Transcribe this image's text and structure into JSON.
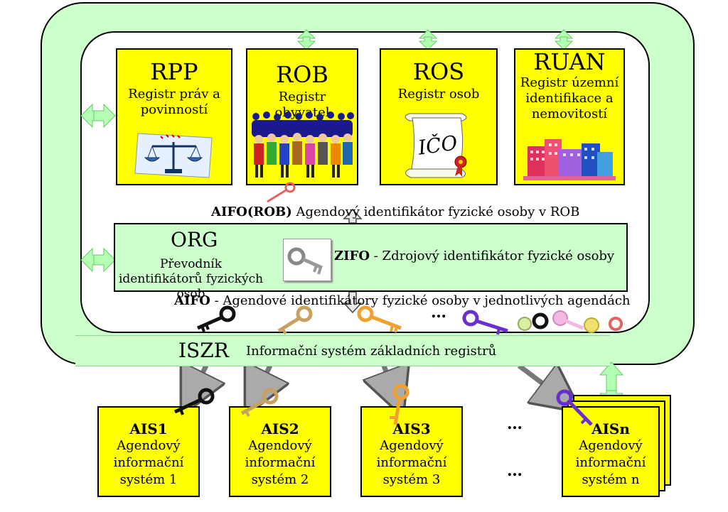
{
  "registers": [
    {
      "code": "RPP",
      "desc": "Registr práv a povinností"
    },
    {
      "code": "ROB",
      "desc": "Registr obyvatel"
    },
    {
      "code": "ROS",
      "desc": "Registr osob",
      "stamp": "IČO"
    },
    {
      "code": "RUAN",
      "desc": "Registr územní identifikace a nemovitostí"
    }
  ],
  "aifo_rob": {
    "bold": "AIFO(ROB)",
    "text": " Agendový identifikátor fyzické osoby v ROB"
  },
  "org": {
    "code": "ORG",
    "desc": "Převodník identifikátorů fyzických osob"
  },
  "zifo": {
    "bold": "ZIFO",
    "text": " - Zdrojový identifikátor fyzické osoby"
  },
  "aifo": {
    "bold": "AIFO",
    "text": " - Agendové identifikátory fyzické osoby v jednotlivých agendách"
  },
  "iszr": {
    "code": "ISZR",
    "desc": "Informační systém základních registrů"
  },
  "ellipsis": "…",
  "ais": [
    {
      "code": "AIS1",
      "desc": "Agendový informační systém 1"
    },
    {
      "code": "AIS2",
      "desc": "Agendový informační systém 2"
    },
    {
      "code": "AIS3",
      "desc": "Agendový informační systém 3"
    },
    {
      "code": "AISn",
      "desc": "Agendový informační systém n"
    }
  ],
  "colors": {
    "ring": "#ccffcc",
    "register": "#ffff00",
    "arrow": "#b3ffb3",
    "key_black": "#111111",
    "key_bronze": "#c8a060",
    "key_orange": "#f0a030",
    "key_purple": "#6a2fd0",
    "key_lime": "#d8f0a0",
    "key_pink": "#f4b8e0",
    "key_yellow": "#f0e070",
    "key_red": "#e86060"
  },
  "icons": [
    "scales-icon",
    "crowd-icon",
    "scroll-icon",
    "buildings-icon",
    "key-icon",
    "double-arrow-icon"
  ]
}
